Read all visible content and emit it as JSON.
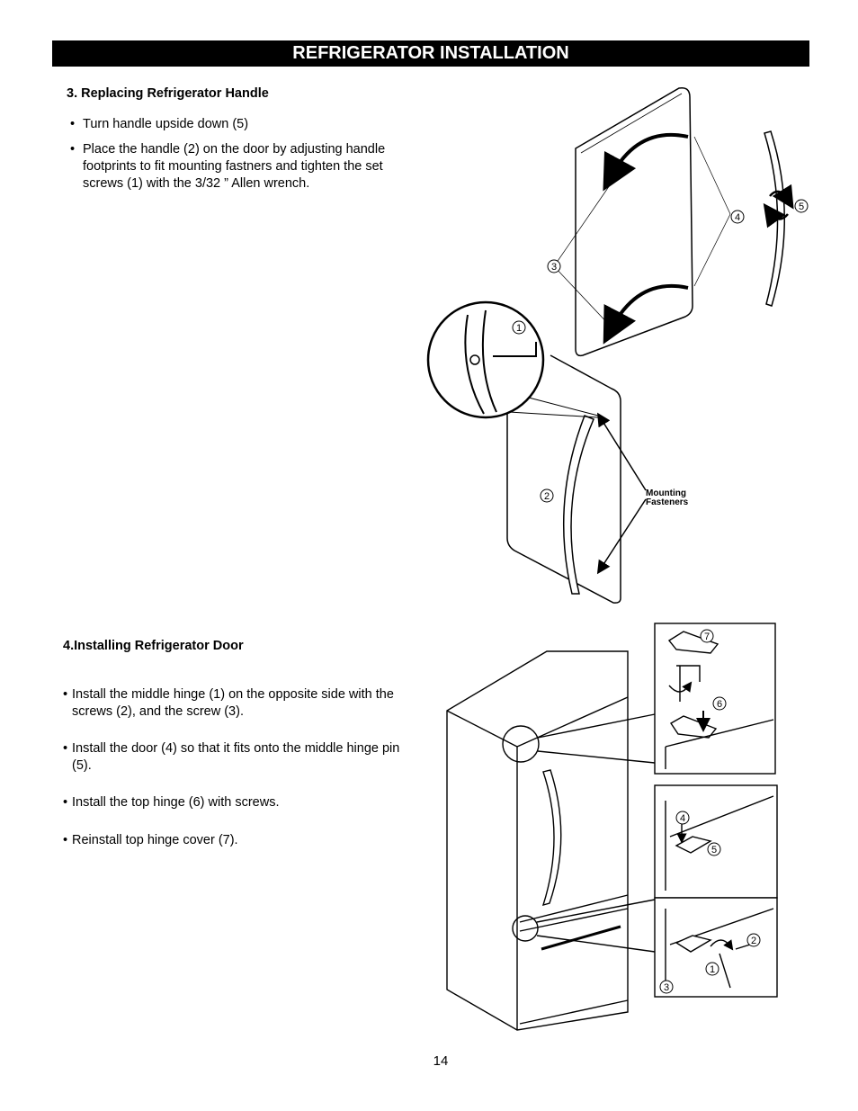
{
  "header": {
    "title": "REFRIGERATOR INSTALLATION"
  },
  "section3": {
    "heading": "3. Replacing Refrigerator Handle",
    "bullets": [
      "Turn handle upside down (5)",
      "Place the handle (2) on the door by adjusting handle footprints to fit mounting fastners and tighten the set screws (1) with the 3/32 ” Allen wrench."
    ],
    "figure": {
      "callouts": [
        "1",
        "2",
        "3",
        "4",
        "5"
      ],
      "mounting_label_line1": "Mounting",
      "mounting_label_line2": "Fasteners"
    }
  },
  "section4": {
    "heading": "4.Installing Refrigerator Door",
    "bullets": [
      "Install the middle hinge (1) on the opposite side with the screws (2), and the screw (3).",
      "Install the door (4) so that it fits onto the middle hinge pin (5).",
      "Install the top hinge (6) with screws.",
      "Reinstall top hinge cover (7)."
    ],
    "figure": {
      "callouts": [
        "7",
        "6",
        "4",
        "5",
        "2",
        "1",
        "3"
      ]
    }
  },
  "footer": {
    "page_number": "14"
  }
}
